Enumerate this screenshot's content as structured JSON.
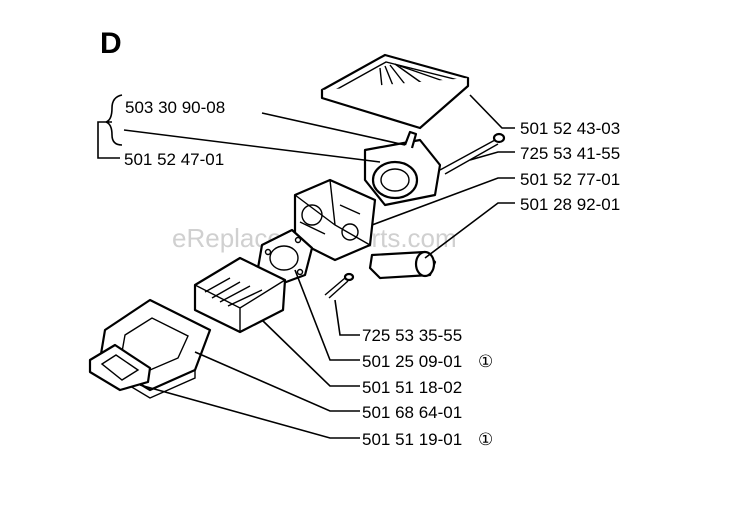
{
  "section_letter": "D",
  "watermark": "eReplacementParts.com",
  "note_symbol": "①",
  "labels": {
    "p1": "503 30 90-08",
    "p2": "501 52 47-01",
    "p3": "501 52 43-03",
    "p4": "725 53 41-55",
    "p5": "501 52 77-01",
    "p6": "501 28 92-01",
    "p7": "725 53 35-55",
    "p8": "501 25 09-01",
    "p9": "501 51 18-02",
    "p10": "501 68 64-01",
    "p11": "501 51 19-01"
  }
}
